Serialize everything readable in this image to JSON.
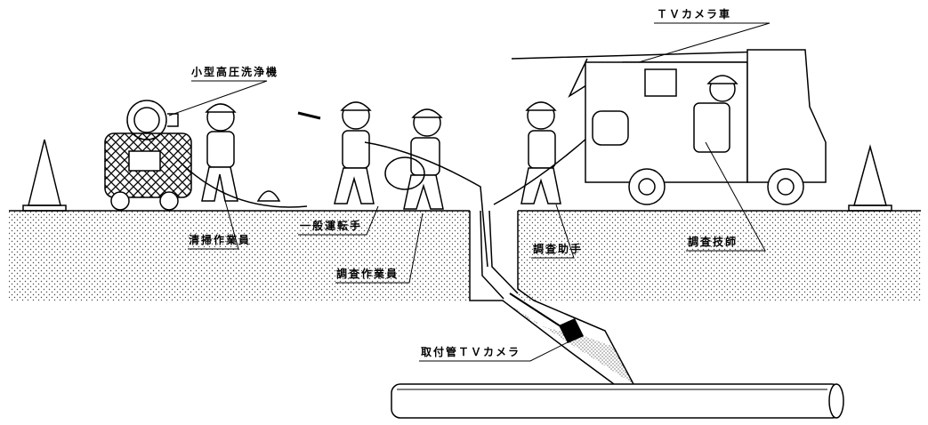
{
  "diagram": {
    "labels": {
      "tv_camera_truck": "ＴＶカメラ車",
      "high_pressure_washer": "小型高圧洗浄機",
      "cleaning_worker": "清掃作業員",
      "general_driver": "一般運転手",
      "survey_worker": "調査作業員",
      "survey_assistant": "調査助手",
      "survey_technician": "調査技師",
      "lateral_tv_camera": "取付管ＴＶカメラ"
    },
    "colors": {
      "line": "#000000",
      "ground_dots": "#444444",
      "background": "#ffffff"
    }
  }
}
